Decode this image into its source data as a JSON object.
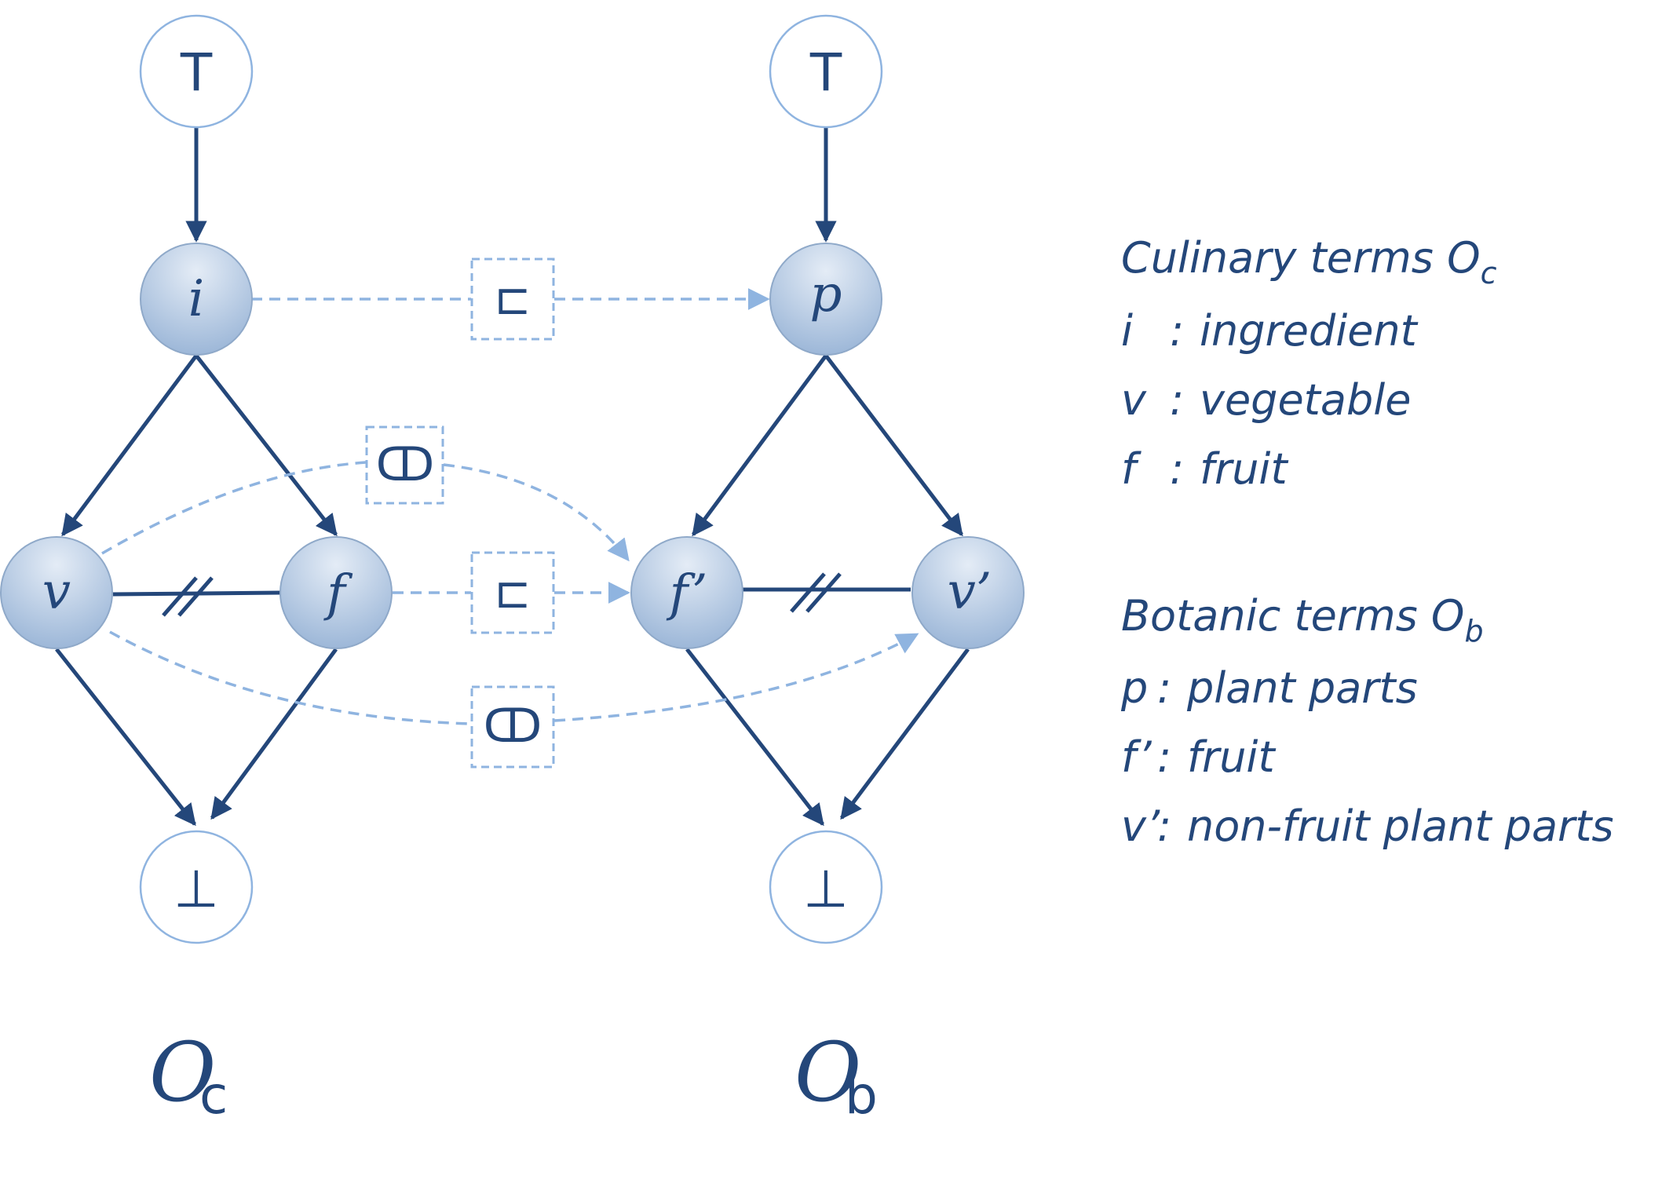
{
  "colors": {
    "edge": "#24477a",
    "mapping": "#8fb4e0",
    "node_top": "#e4ecf6",
    "node_bottom": "#93b0d4",
    "text": "#24477a"
  },
  "ontologies": [
    {
      "id": "culinary",
      "symbol": "O",
      "subscript": "c",
      "nodes": {
        "top": "T",
        "root": "i",
        "left": "v",
        "right": "f",
        "bottom": "⊥"
      }
    },
    {
      "id": "botanic",
      "symbol": "O",
      "subscript": "b",
      "nodes": {
        "top": "T",
        "root": "p",
        "left": "f’",
        "right": "v’",
        "bottom": "⊥"
      }
    }
  ],
  "mappings": [
    {
      "from": "i",
      "to": "p",
      "relation": "⊏"
    },
    {
      "from": "v",
      "to": "f’",
      "relation": "ↀ"
    },
    {
      "from": "f",
      "to": "f’",
      "relation": "⊏"
    },
    {
      "from": "v",
      "to": "v’",
      "relation": "ↀ"
    }
  ],
  "legend": {
    "culinary": {
      "title": "Culinary terms O",
      "title_sub": "c",
      "items": [
        {
          "key": "i",
          "sep": ": ",
          "value": "ingredient"
        },
        {
          "key": "v",
          "sep": ": ",
          "value": "vegetable"
        },
        {
          "key": "f",
          "sep": ": ",
          "value": "fruit"
        }
      ]
    },
    "botanic": {
      "title": "Botanic terms O",
      "title_sub": "b",
      "items": [
        {
          "key": "p",
          "sep": ": ",
          "value": "plant parts"
        },
        {
          "key": "f’",
          "sep": ": ",
          "value": "fruit"
        },
        {
          "key": "v’",
          "sep": ": ",
          "value": "non-fruit plant parts"
        }
      ]
    }
  }
}
